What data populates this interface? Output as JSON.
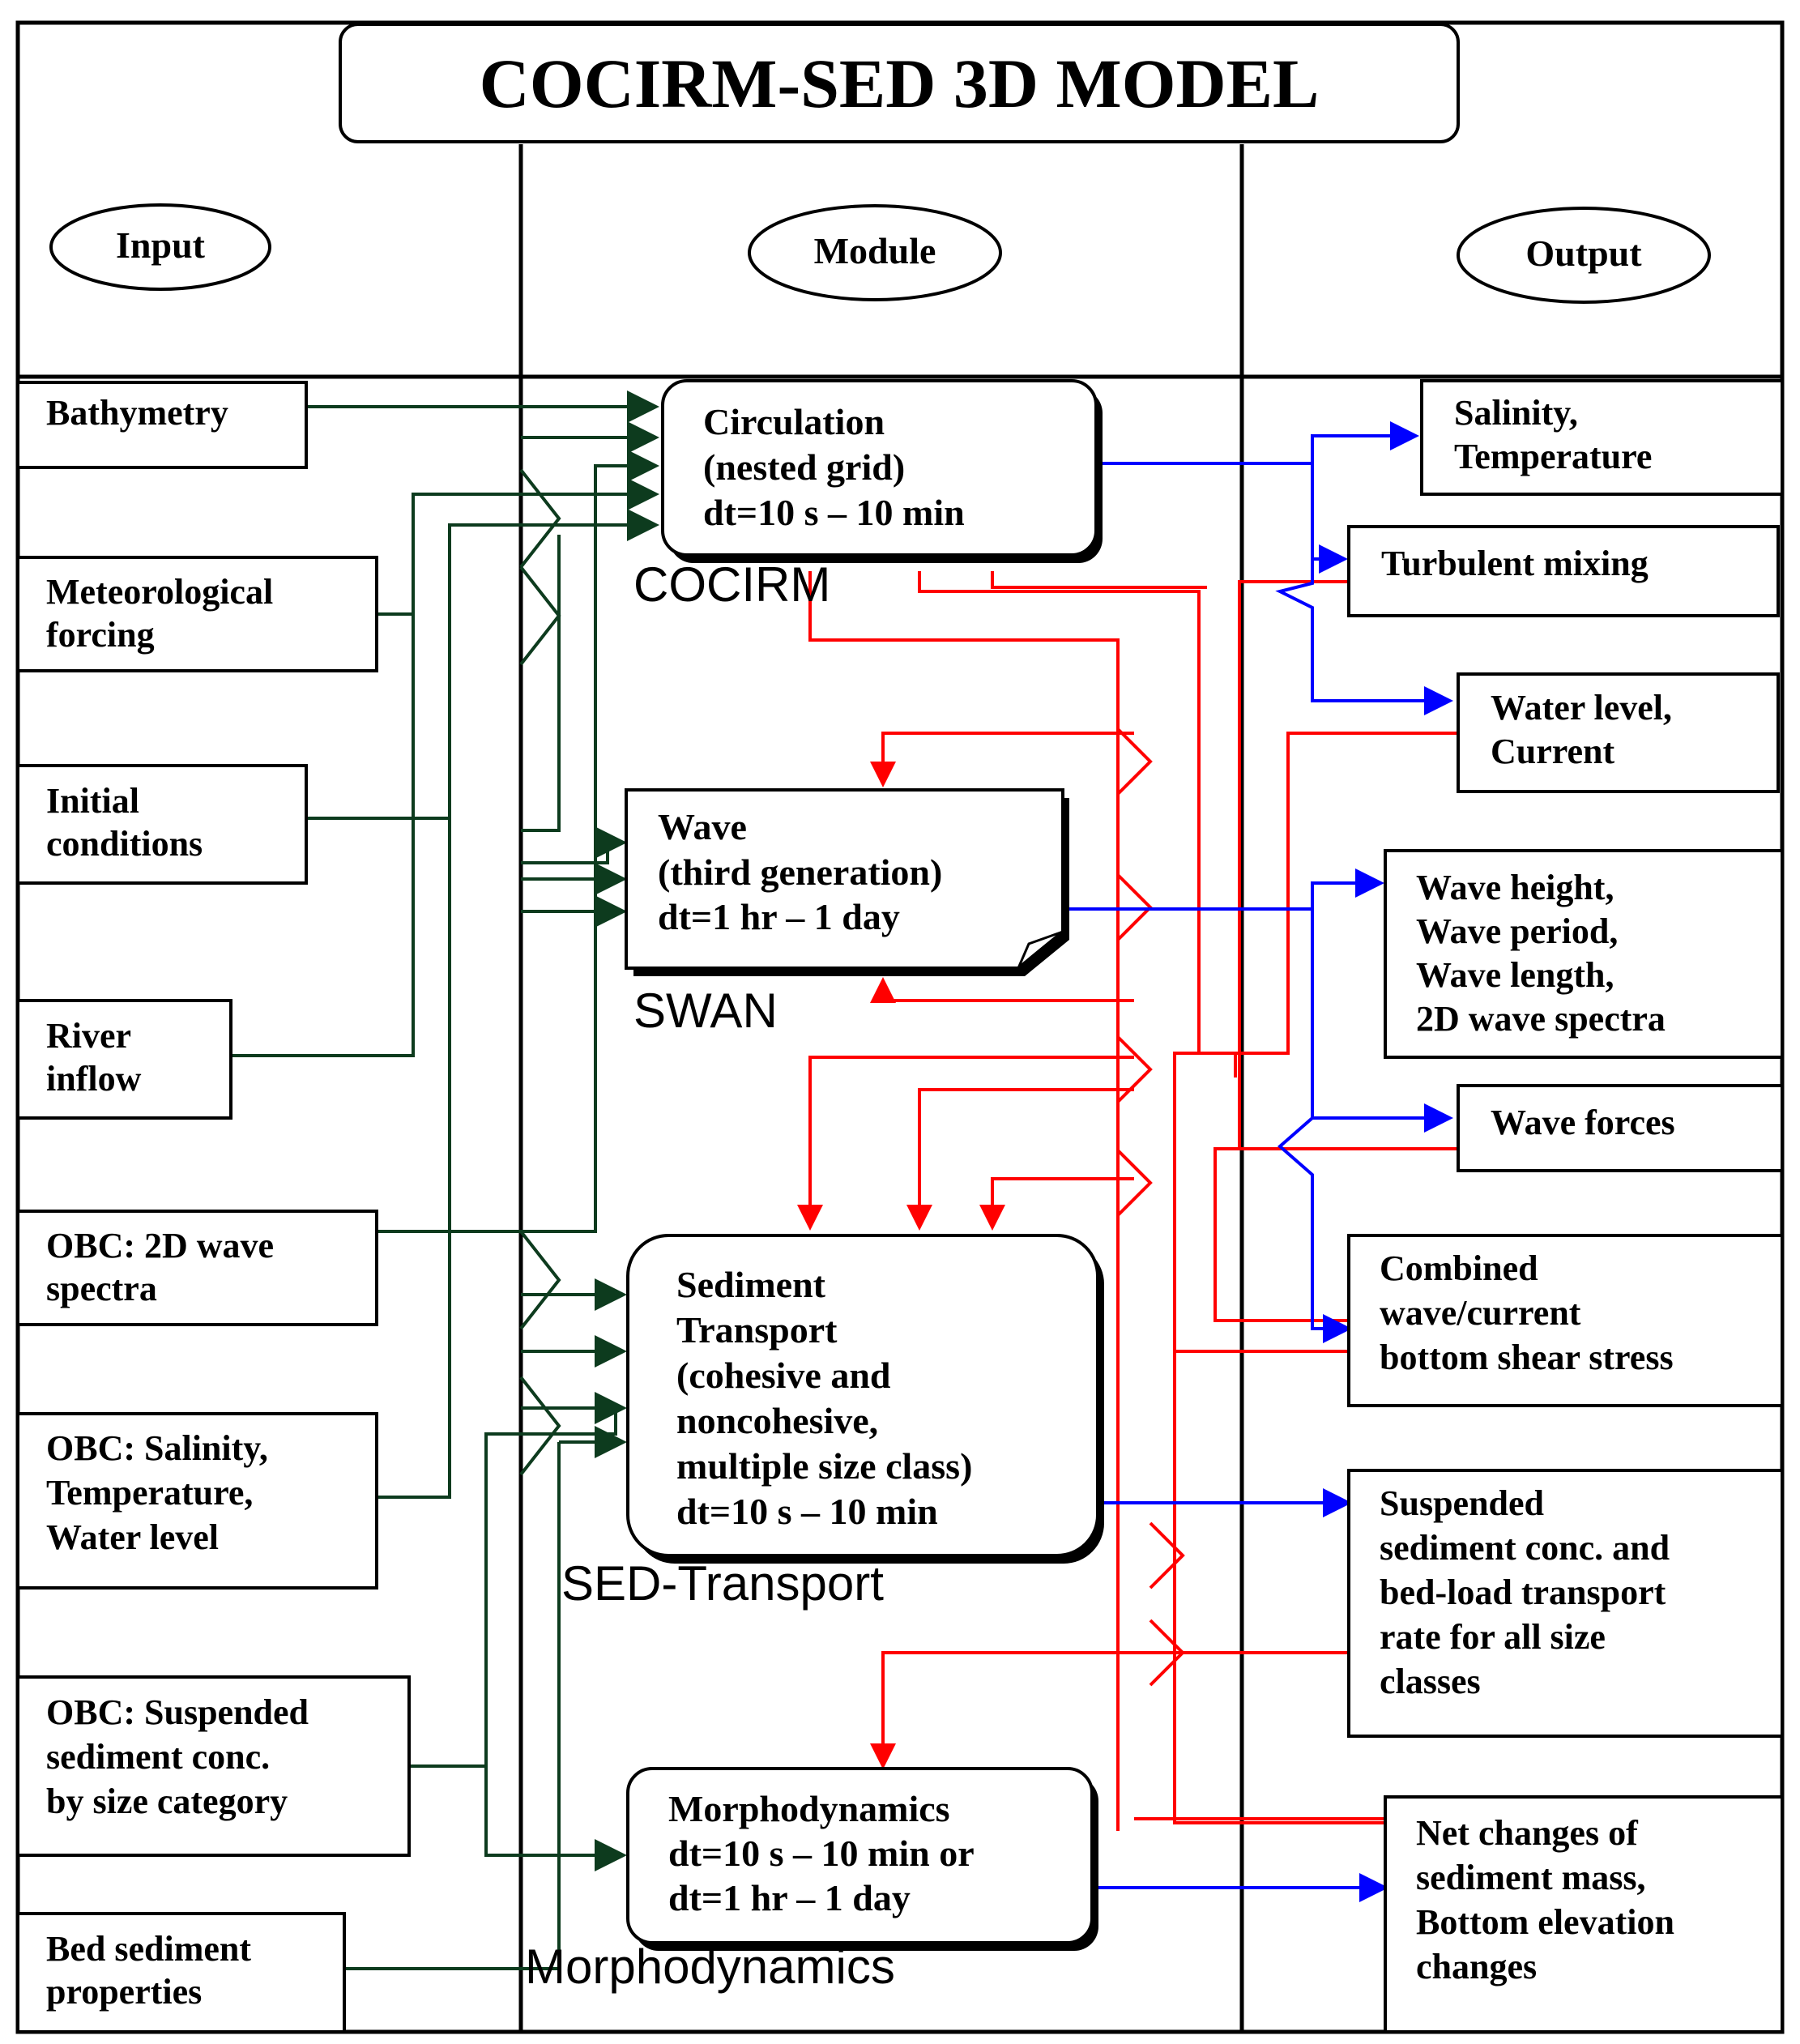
{
  "title": "COCIRM-SED 3D MODEL",
  "columns": {
    "input": "Input",
    "module": "Module",
    "output": "Output"
  },
  "inputs": [
    {
      "lines": [
        "Bathymetry"
      ]
    },
    {
      "lines": [
        "Meteorological",
        "forcing"
      ]
    },
    {
      "lines": [
        "Initial",
        "conditions"
      ]
    },
    {
      "lines": [
        "River",
        "inflow"
      ]
    },
    {
      "lines": [
        "OBC: 2D wave",
        "spectra"
      ]
    },
    {
      "lines": [
        "OBC: Salinity,",
        "Temperature,",
        "Water level"
      ]
    },
    {
      "lines": [
        "OBC: Suspended",
        "sediment conc.",
        "by size category"
      ]
    },
    {
      "lines": [
        "Bed sediment",
        "properties"
      ]
    }
  ],
  "modules": [
    {
      "lines": [
        "Circulation",
        "(nested grid)",
        "dt=10 s – 10 min"
      ],
      "tag": "COCIRM"
    },
    {
      "lines": [
        "Wave",
        "(third generation)",
        "dt=1 hr – 1 day"
      ],
      "tag": "SWAN"
    },
    {
      "lines": [
        "Sediment",
        "Transport",
        "(cohesive and",
        "noncohesive,",
        "multiple size class)",
        "dt=10 s – 10 min"
      ],
      "tag": "SED-Transport"
    },
    {
      "lines": [
        "Morphodynamics",
        "dt=10 s – 10 min or",
        "dt=1 hr – 1 day"
      ],
      "tag": "Morphodynamics"
    }
  ],
  "outputs": [
    {
      "lines": [
        "Salinity,",
        "Temperature"
      ]
    },
    {
      "lines": [
        "Turbulent mixing"
      ]
    },
    {
      "lines": [
        "Water level,",
        "Current"
      ]
    },
    {
      "lines": [
        "Wave height,",
        "Wave period,",
        "Wave length,",
        "2D wave spectra"
      ]
    },
    {
      "lines": [
        "Wave forces"
      ]
    },
    {
      "lines": [
        "Combined",
        "wave/current",
        "bottom shear stress"
      ]
    },
    {
      "lines": [
        "Suspended",
        "sediment conc. and",
        "bed-load transport",
        "rate for all size",
        "classes"
      ]
    },
    {
      "lines": [
        "Net changes of",
        "sediment mass,",
        "Bottom elevation",
        "changes"
      ]
    }
  ],
  "colors": {
    "input_links": "#0d3b1e",
    "feedback_links": "#ff0000",
    "output_links": "#0000ff"
  }
}
